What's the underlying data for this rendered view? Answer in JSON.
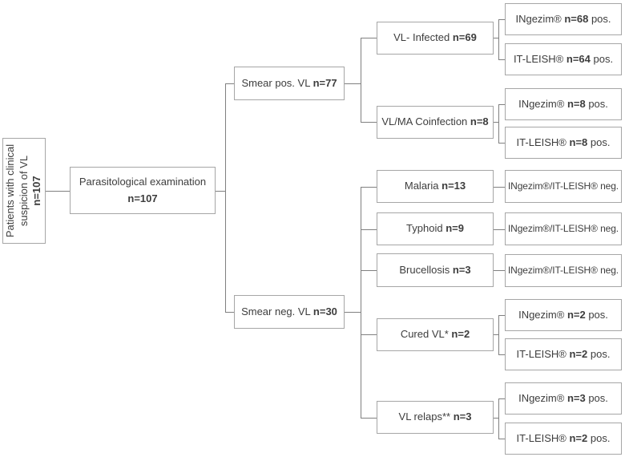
{
  "diagram": {
    "type": "flowchart",
    "topic": "VL diagnostic study flow",
    "colors": {
      "background": "#ffffff",
      "box_border": "#a6a6a6",
      "connector": "#808080",
      "text": "#3d3d3d"
    },
    "nodes": {
      "patients": {
        "line1": "Patients with clinical",
        "line2": "suspicion of  VL",
        "bold": "n=107"
      },
      "exam": {
        "line1": "Parasitological examination",
        "bold": "n=107"
      },
      "smear_pos": {
        "prefix": "Smear pos. VL ",
        "bold": "n=77"
      },
      "smear_neg": {
        "prefix": "Smear neg. VL ",
        "bold": "n=30"
      },
      "vl_infected": {
        "prefix": "VL- Infected ",
        "bold": "n=69"
      },
      "vl_ma": {
        "prefix": "VL/MA Coinfection ",
        "bold": "n=8"
      },
      "malaria": {
        "prefix": "Malaria ",
        "bold": "n=13"
      },
      "typhoid": {
        "prefix": "Typhoid ",
        "bold": "n=9"
      },
      "brucellosis": {
        "prefix": "Brucellosis ",
        "bold": "n=3"
      },
      "cured_vl": {
        "prefix": "Cured VL* ",
        "bold": "n=2"
      },
      "vl_relaps": {
        "prefix": "VL relaps** ",
        "bold": "n=3"
      },
      "r_inf_ingezim": {
        "prefix": "INgezim® ",
        "bold": "n=68",
        "suffix": " pos."
      },
      "r_inf_itleish": {
        "prefix": "IT-LEISH® ",
        "bold": "n=64",
        "suffix": " pos."
      },
      "r_ma_ingezim": {
        "prefix": "INgezim® ",
        "bold": "n=8",
        "suffix": " pos."
      },
      "r_ma_itleish": {
        "prefix": "IT-LEISH® ",
        "bold": "n=8",
        "suffix": " pos."
      },
      "r_malaria": {
        "text": "INgezim®/IT-LEISH® neg."
      },
      "r_typhoid": {
        "text": "INgezim®/IT-LEISH® neg."
      },
      "r_brucellosis": {
        "text": "INgezim®/IT-LEISH® neg."
      },
      "r_cured_ingezim": {
        "prefix": "INgezim® ",
        "bold": "n=2",
        "suffix": " pos."
      },
      "r_cured_itleish": {
        "prefix": "IT-LEISH® ",
        "bold": "n=2",
        "suffix": " pos."
      },
      "r_relaps_ingezim": {
        "prefix": "INgezim® ",
        "bold": "n=3",
        "suffix": " pos."
      },
      "r_relaps_itleish": {
        "prefix": "IT-LEISH® ",
        "bold": "n=2",
        "suffix": " pos."
      }
    }
  }
}
